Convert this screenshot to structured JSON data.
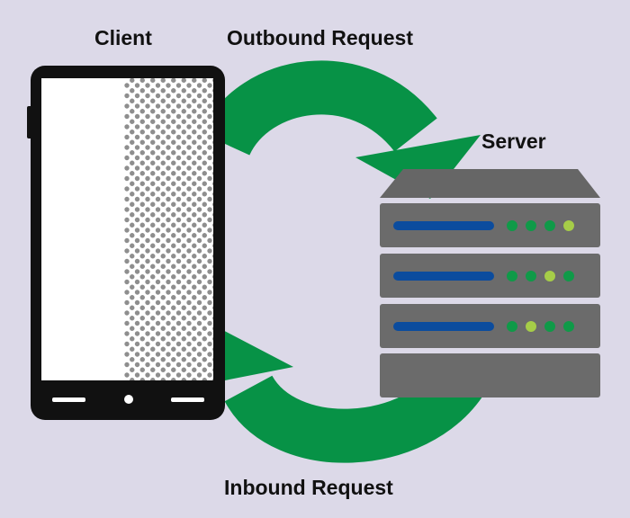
{
  "labels": {
    "client": "Client",
    "outbound": "Outbound Request",
    "server": "Server",
    "inbound": "Inbound Request"
  },
  "colors": {
    "background": "#dcd9e8",
    "phone_body": "#111111",
    "screen_light": "#ffffff",
    "screen_pattern": "#8e8e8e",
    "arrow": "#079246",
    "server_body": "#6b6b6b",
    "server_top": "#666666",
    "server_bar": "#0b4c9e",
    "led_green": "#0f9a48",
    "led_lime": "#a6cd48"
  },
  "icons": {
    "client": "smartphone-icon",
    "server": "server-rack-icon",
    "outbound": "curved-arrow-icon",
    "inbound": "curved-arrow-icon"
  },
  "server_units": [
    {
      "name": "unit-1",
      "leds": [
        "green",
        "green",
        "green",
        "lime"
      ]
    },
    {
      "name": "unit-2",
      "leds": [
        "green",
        "green",
        "lime",
        "green"
      ]
    },
    {
      "name": "unit-3",
      "leds": [
        "green",
        "lime",
        "green",
        "green"
      ]
    },
    {
      "name": "unit-4",
      "leds": []
    }
  ]
}
